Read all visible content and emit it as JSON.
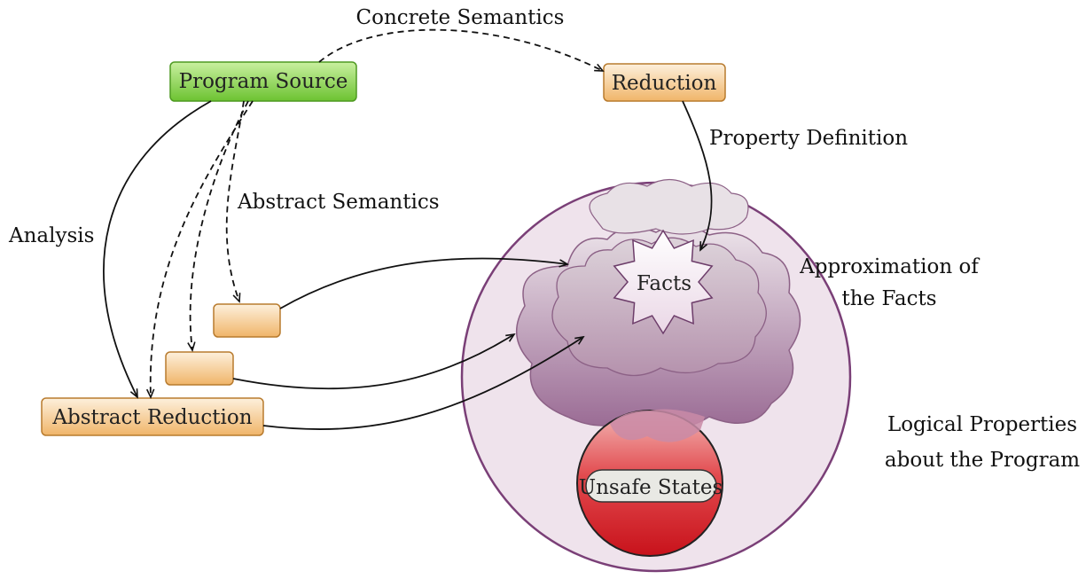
{
  "nodes": {
    "program_source": "Program Source",
    "reduction": "Reduction",
    "abstract_reduction": "Abstract Reduction",
    "facts": "Facts",
    "unsafe_states": "Unsafe States"
  },
  "edges": {
    "concrete_semantics": "Concrete Semantics",
    "property_definition": "Property Definition",
    "abstract_semantics": "Abstract Semantics",
    "analysis": "Analysis"
  },
  "regions": {
    "approximation_line1": "Approximation of",
    "approximation_line2": "the Facts",
    "logical_line1": "Logical Properties",
    "logical_line2": "about the Program"
  },
  "colors": {
    "program_source_fill": "#8fd84e",
    "reduction_fill": "#f3c98c",
    "outer_circle_fill": "#efe3ec",
    "outer_circle_stroke": "#7a3f77",
    "cloud_dark": "#a8769f",
    "unsafe_top": "#e8a0a2",
    "unsafe_bottom": "#cc1a22"
  }
}
